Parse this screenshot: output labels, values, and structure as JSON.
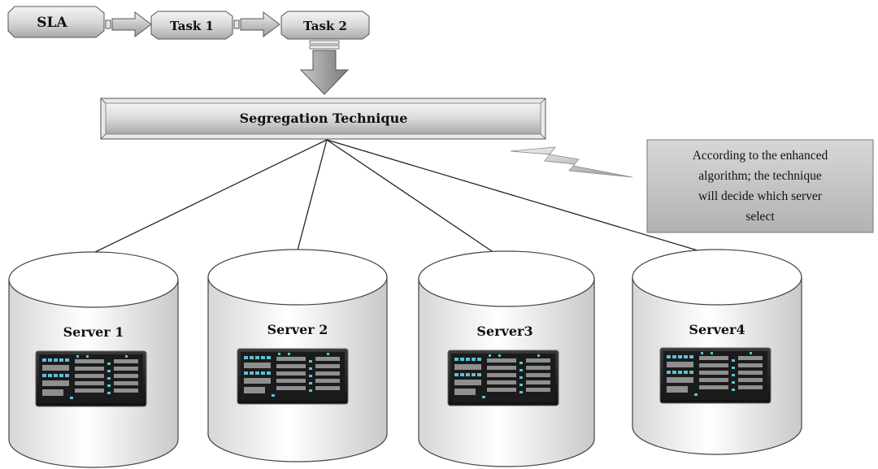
{
  "flow": {
    "start": "SLA",
    "task1": "Task 1",
    "task2": "Task 2"
  },
  "technique": {
    "label": "Segregation Technique"
  },
  "callout": {
    "lines": [
      "According to the enhanced",
      "algorithm; the technique",
      "will decide which server",
      "select"
    ]
  },
  "servers": [
    {
      "label": "Server 1"
    },
    {
      "label": "Server 2"
    },
    {
      "label": "Server3"
    },
    {
      "label": "Server4"
    }
  ]
}
